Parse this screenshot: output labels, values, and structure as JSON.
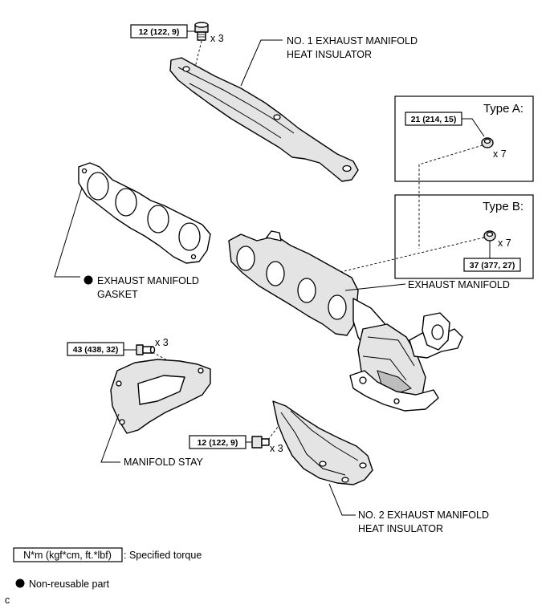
{
  "labels": {
    "no1_insulator": [
      "NO. 1 EXHAUST MANIFOLD",
      "HEAT INSULATOR"
    ],
    "gasket": [
      "EXHAUST MANIFOLD",
      "GASKET"
    ],
    "manifold": "EXHAUST MANIFOLD",
    "stay": "MANIFOLD STAY",
    "no2_insulator": [
      "NO. 2 EXHAUST MANIFOLD",
      "HEAT INSULATOR"
    ]
  },
  "torques": {
    "no1_bolt": "12 (122, 9)",
    "type_a_nut": "21 (214, 15)",
    "type_b_nut": "37 (377, 27)",
    "stay_bolt": "43 (438, 32)",
    "no2_bolt": "12 (122, 9)"
  },
  "counts": {
    "no1_bolt": "x 3",
    "type_a_nut": "x 7",
    "type_b_nut": "x 7",
    "stay_bolt": "x 3",
    "no2_bolt": "x 3"
  },
  "types": {
    "a": "Type A:",
    "b": "Type B:"
  },
  "legend": {
    "torque_unit": "N*m (kgf*cm, ft.*lbf)",
    "torque_desc": ": Specified torque",
    "nonreusable": "Non-reusable part"
  },
  "corner_mark": "c"
}
